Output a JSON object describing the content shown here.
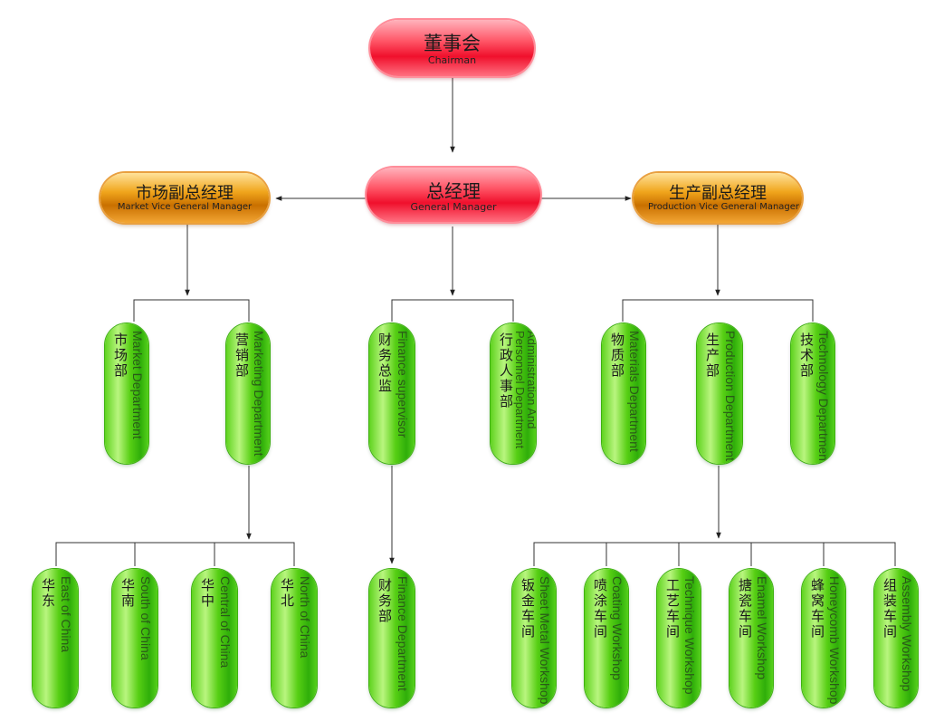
{
  "chairman": {
    "cn": "董事会",
    "en": "Chairman"
  },
  "general_manager": {
    "cn": "总经理",
    "en": "General Manager"
  },
  "market_vgm": {
    "cn": "市场副总经理",
    "en": "Market Vice General Manager"
  },
  "production_vgm": {
    "cn": "生产副总经理",
    "en": "Production Vice General Manager"
  },
  "departments": {
    "market": {
      "cn": "市场部",
      "en": "Market Department"
    },
    "marketing": {
      "cn": "营销部",
      "en": "Marketing Department"
    },
    "finance_supervisor": {
      "cn": "财务总监",
      "en": "Finance supervisor"
    },
    "admin": {
      "cn": "行政人事部",
      "en": "Administration And Personnel Department"
    },
    "materials": {
      "cn": "物质部",
      "en": "Materials Department"
    },
    "production": {
      "cn": "生产部",
      "en": "Production Department"
    },
    "technology": {
      "cn": "技术部",
      "en": "Technology Department"
    }
  },
  "regions": {
    "east": {
      "cn": "华东",
      "en": "East of China"
    },
    "south": {
      "cn": "华南",
      "en": "South of China"
    },
    "central": {
      "cn": "华中",
      "en": "Central of China"
    },
    "north": {
      "cn": "华北",
      "en": "North of China"
    }
  },
  "finance_department": {
    "cn": "财务部",
    "en": "Finance Department"
  },
  "workshops": {
    "sheet_metal": {
      "cn": "钣金车间",
      "en": "Sheet Metal Workshop"
    },
    "coating": {
      "cn": "喷涂车间",
      "en": "Coating Workshop"
    },
    "technique": {
      "cn": "工艺车间",
      "en": "Technique Workshop"
    },
    "enamel": {
      "cn": "搪瓷车间",
      "en": "Enamel Workshop"
    },
    "honeycomb": {
      "cn": "蜂窝车间",
      "en": "Honeycomb Workshop"
    },
    "assembly": {
      "cn": "组装车间",
      "en": "Assembly Workshop"
    }
  }
}
